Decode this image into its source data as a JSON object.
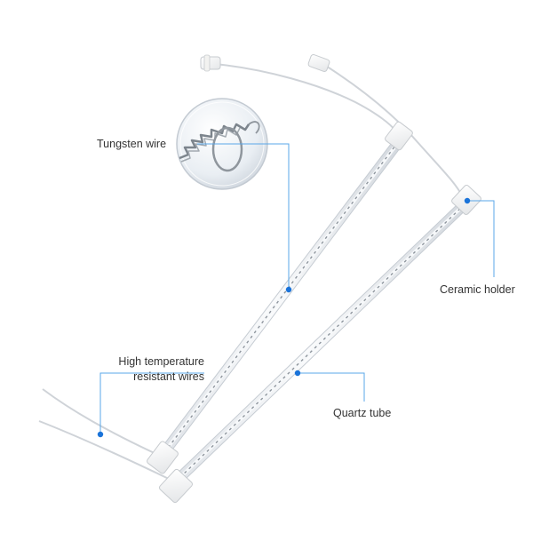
{
  "labels": {
    "tungsten_wire": "Tungsten wire",
    "ceramic_holder": "Ceramic holder",
    "quartz_tube": "Quartz tube",
    "high_temp_line1": "High temperature",
    "high_temp_line2": "resistant wires"
  },
  "colors": {
    "accent": "#1a73d9",
    "leader_line": "#5aa7e8",
    "glass": "#eef1f4",
    "glass_edge": "#c9cfd6",
    "filament": "#8a9199",
    "ceramic": "#f7f7f5",
    "lead_wire": "#d4d8dc",
    "text": "#333333"
  },
  "icons": {
    "zoom_lens": "magnifier-circle-icon",
    "pointer_dot": "blue-dot-icon"
  }
}
